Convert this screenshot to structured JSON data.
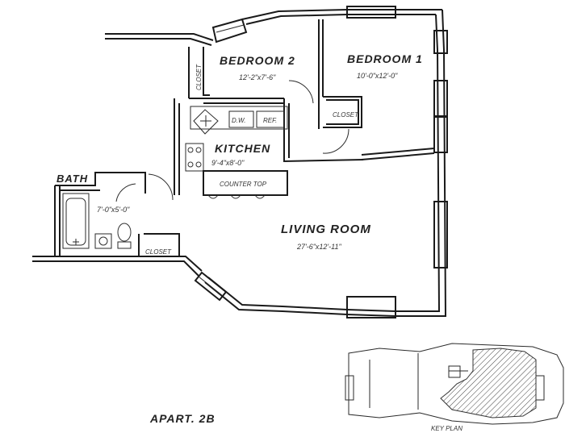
{
  "rooms": {
    "bedroom2": {
      "name": "BEDROOM 2",
      "dims": "12'-2\"x7'-6\""
    },
    "bedroom1": {
      "name": "BEDROOM 1",
      "dims": "10'-0\"x12'-0\""
    },
    "kitchen": {
      "name": "KITCHEN",
      "dims": "9'-4\"x8'-0\""
    },
    "bath": {
      "name": "BATH",
      "dims": "7'-0\"x5'-0\""
    },
    "living": {
      "name": "LIVING ROOM",
      "dims": "27'-6\"x12'-11\""
    }
  },
  "labels": {
    "closet_bed2": "CLOSET",
    "closet_bed1": "CLOSET",
    "closet_bath": "CLOSET",
    "dw": "D.W.",
    "ref": "REF.",
    "counter": "COUNTER TOP"
  },
  "apartment": "APART. 2B",
  "key_plan": "KEY PLAN"
}
